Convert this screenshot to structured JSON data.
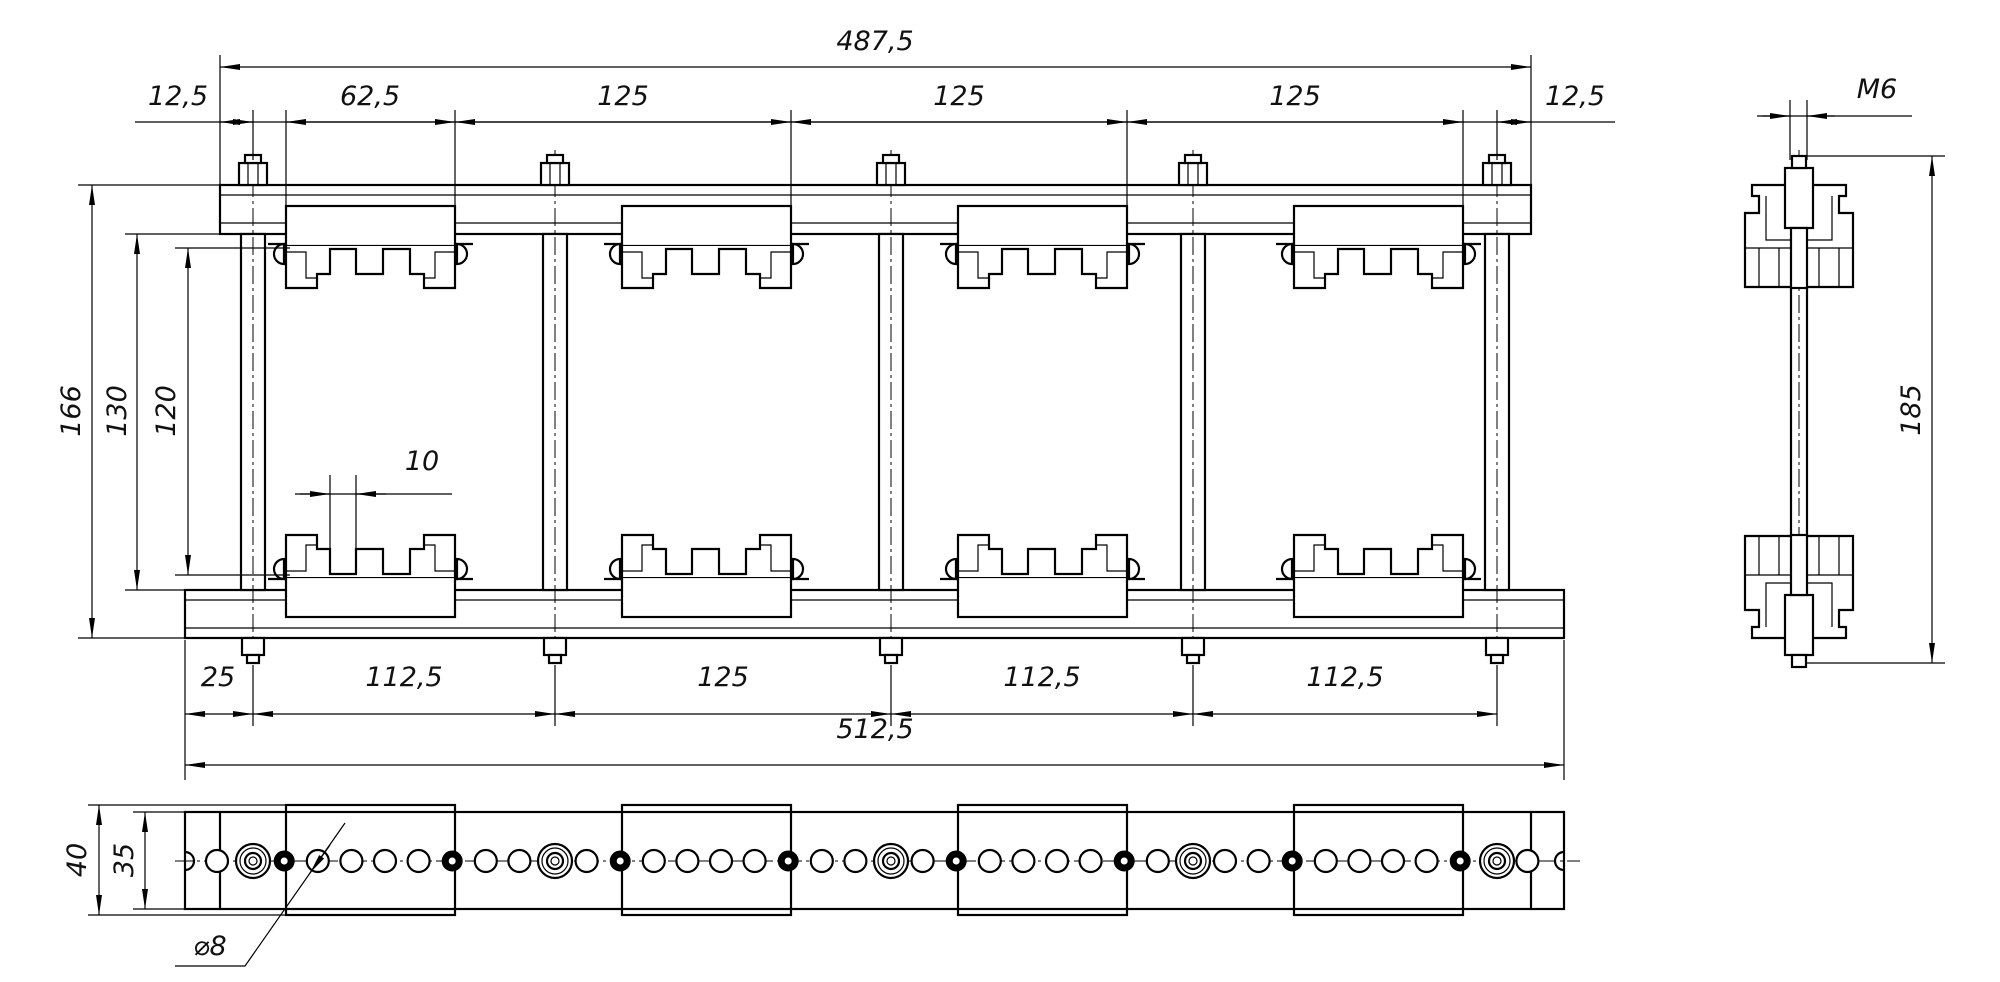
{
  "title": "Busbar holder assembly drawing",
  "dimensions": {
    "overall_top": "487,5",
    "top_left_offset": "12,5",
    "clamp_first": "62,5",
    "top_span_1": "125",
    "top_span_2": "125",
    "top_span_3": "125",
    "top_right_offset": "12,5",
    "height_166": "166",
    "height_130": "130",
    "height_120": "120",
    "slot_width": "10",
    "bottom_left_offset": "25",
    "bottom_span_1": "112,5",
    "bottom_span_2": "125",
    "bottom_span_3": "112,5",
    "bottom_span_4": "112,5",
    "overall_bottom": "512,5",
    "plan_width_40": "40",
    "plan_width_35": "35",
    "hole_diameter": "⌀8",
    "thread": "M6",
    "side_height": "185"
  },
  "colors": {
    "line": "#000000",
    "background": "#ffffff"
  }
}
